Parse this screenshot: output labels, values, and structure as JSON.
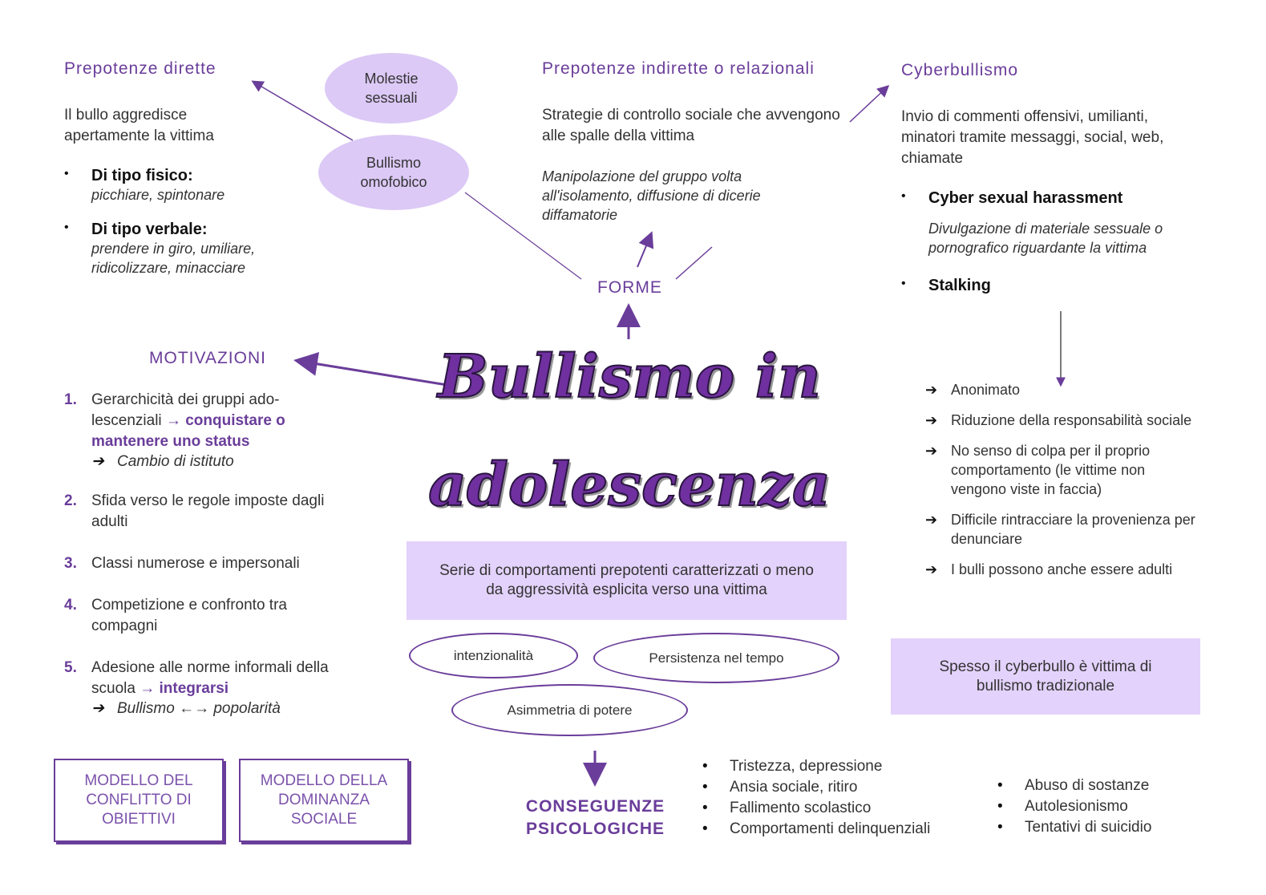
{
  "title": {
    "line1": "Bullismo in",
    "line2": "adolescenza"
  },
  "definition": "Serie di comportamenti prepotenti caratterizzati o meno da aggressività esplicita verso una vittima",
  "criteria": [
    "intenzionalità",
    "Persistenza nel tempo",
    "Asimmetria di potere"
  ],
  "forme": "FORME",
  "dirette": {
    "heading": "Prepotenze dirette",
    "desc": "Il bullo aggredisce apertamente la vittima",
    "items": [
      {
        "label": "Di tipo fisico:",
        "detail": "picchiare, spintonare"
      },
      {
        "label": "Di tipo verbale:",
        "detail": "prendere in giro, umiliare, ridicolizzare, minacciare"
      }
    ]
  },
  "ovals": [
    "Molestie sessuali",
    "Bullismo omofobico"
  ],
  "indirette": {
    "heading": "Prepotenze indirette o relazionali",
    "desc": "Strategie di controllo sociale che avvengono alle spalle della vittima",
    "detail": "Manipolazione del gruppo volta all'isolamento, diffusione di dicerie diffamatorie"
  },
  "cyber": {
    "heading": "Cyberbullismo",
    "desc": "Invio di commenti offensivi, umilianti, minatori tramite messaggi, social, web, chiamate",
    "item1": "Cyber sexual harassment",
    "item1_detail": "Divulgazione di materiale sessuale o pornografico riguardante la vittima",
    "item2": "Stalking",
    "features": [
      "Anonimato",
      "Riduzione della responsabilità sociale",
      "No senso di colpa per il proprio comportamento (le vittime non vengono viste in faccia)",
      "Difficile rintracciare la provenienza per denunciare",
      "I bulli possono anche essere adulti"
    ],
    "note": "Spesso il cyberbullo è vittima di bullismo tradizionale"
  },
  "motivazioni": {
    "heading": "MOTIVAZIONI",
    "items": [
      {
        "n": "1.",
        "text": "Gerarchicità dei gruppi ado-lescenziali",
        "hl": "→ conquistare o mantenere uno status",
        "sub": "Cambio di istituto"
      },
      {
        "n": "2.",
        "text": "Sfida verso le regole imposte dagli adulti"
      },
      {
        "n": "3.",
        "text": "Classi numerose e impersonali"
      },
      {
        "n": "4.",
        "text": "Competizione e confronto tra compagni"
      },
      {
        "n": "5.",
        "text": "Adesione alle norme informali della scuola",
        "hl": "→ integrarsi",
        "sub": "Bullismo ←→ popolarità"
      }
    ]
  },
  "models": [
    "Modello del conflitto di obiettivi",
    "Modello della dominanza sociale"
  ],
  "conseguenze": {
    "heading": "CONSEGUENZE PSICOLOGICHE",
    "col1": [
      "Tristezza, depressione",
      "Ansia sociale, ritiro",
      "Fallimento scolastico",
      "Comportamenti delinquenziali"
    ],
    "col2": [
      "Abuso di sostanze",
      "Autolesionismo",
      "Tentativi di suicidio"
    ]
  }
}
